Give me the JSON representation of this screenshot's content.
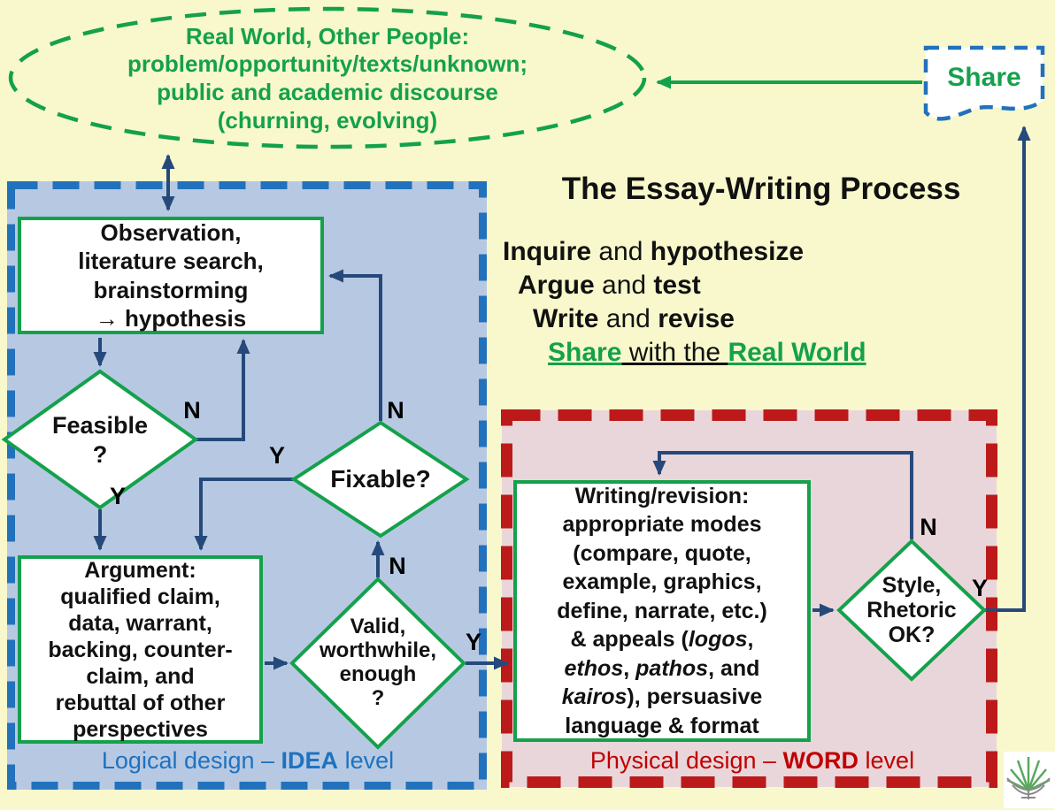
{
  "colors": {
    "background": "#f8f8cc",
    "shape_green": "#14a14b",
    "arrow_navy": "#26497b",
    "idea_region_fill": "#b7c9e2",
    "idea_region_border": "#2271bd",
    "word_region_fill": "#e9d6da",
    "word_region_border": "#bc1a1a",
    "idea_label_blue": "#1f72c0",
    "word_label_red": "#c00000"
  },
  "labels": {
    "yes": "Y",
    "no": "N"
  },
  "ellipse": {
    "text": "Real World, Other People:\nproblem/opportunity/texts/unknown;\npublic and academic discourse\n(churning, evolving)"
  },
  "share": {
    "label": "Share"
  },
  "heading": {
    "title": "The Essay-Writing Process"
  },
  "taglines": [
    [
      {
        "t": "Inquire",
        "c": "b"
      },
      {
        "t": " and "
      },
      {
        "t": "hypothesize",
        "c": "b"
      }
    ],
    [
      {
        "t": "Argue",
        "c": "b"
      },
      {
        "t": " and "
      },
      {
        "t": "test",
        "c": "b"
      }
    ],
    [
      {
        "t": "Write",
        "c": "b"
      },
      {
        "t": " and "
      },
      {
        "t": "revise",
        "c": "b"
      }
    ],
    [
      {
        "t": "Share",
        "c": "b g u"
      },
      {
        "t": " with the ",
        "c": "u"
      },
      {
        "t": "Real World",
        "c": "b g u"
      }
    ]
  ],
  "regions": {
    "idea": {
      "label": [
        {
          "t": "Logical design – "
        },
        {
          "t": "IDEA",
          "c": "b"
        },
        {
          "t": " level"
        }
      ]
    },
    "word": {
      "label": [
        {
          "t": "Physical design – "
        },
        {
          "t": "WORD",
          "c": "b"
        },
        {
          "t": " level"
        }
      ]
    }
  },
  "nodes": {
    "observation": {
      "text": "Observation,\nliterature search,\nbrainstorming\n→ hypothesis"
    },
    "feasible": {
      "text": "Feasible\n?"
    },
    "argument": {
      "text": "Argument:\nqualified claim,\ndata, warrant,\nbacking, counter-\nclaim, and\nrebuttal of other\nperspectives"
    },
    "fixable": {
      "text": "Fixable?"
    },
    "valid": {
      "text": "Valid,\nworthwhile,\nenough\n?"
    },
    "style": {
      "text": "Style,\nRhetoric\nOK?"
    },
    "writing": {
      "segments": [
        {
          "t": "Writing/revision:",
          "br": true
        },
        {
          "t": "appropriate modes",
          "br": true
        },
        {
          "t": "(compare, quote,",
          "br": true
        },
        {
          "t": "example, graphics,",
          "br": true
        },
        {
          "t": "define, narrate, etc.)",
          "br": true
        },
        {
          "t": "& appeals ("
        },
        {
          "t": "logos",
          "c": "i"
        },
        {
          "t": ",",
          "br": true
        },
        {
          "t": "ethos",
          "c": "i"
        },
        {
          "t": ", "
        },
        {
          "t": "pathos",
          "c": "i"
        },
        {
          "t": ", and",
          "br": true
        },
        {
          "t": "kairos",
          "c": "i"
        },
        {
          "t": "), persuasive",
          "br": true
        },
        {
          "t": "language & format"
        }
      ]
    }
  }
}
